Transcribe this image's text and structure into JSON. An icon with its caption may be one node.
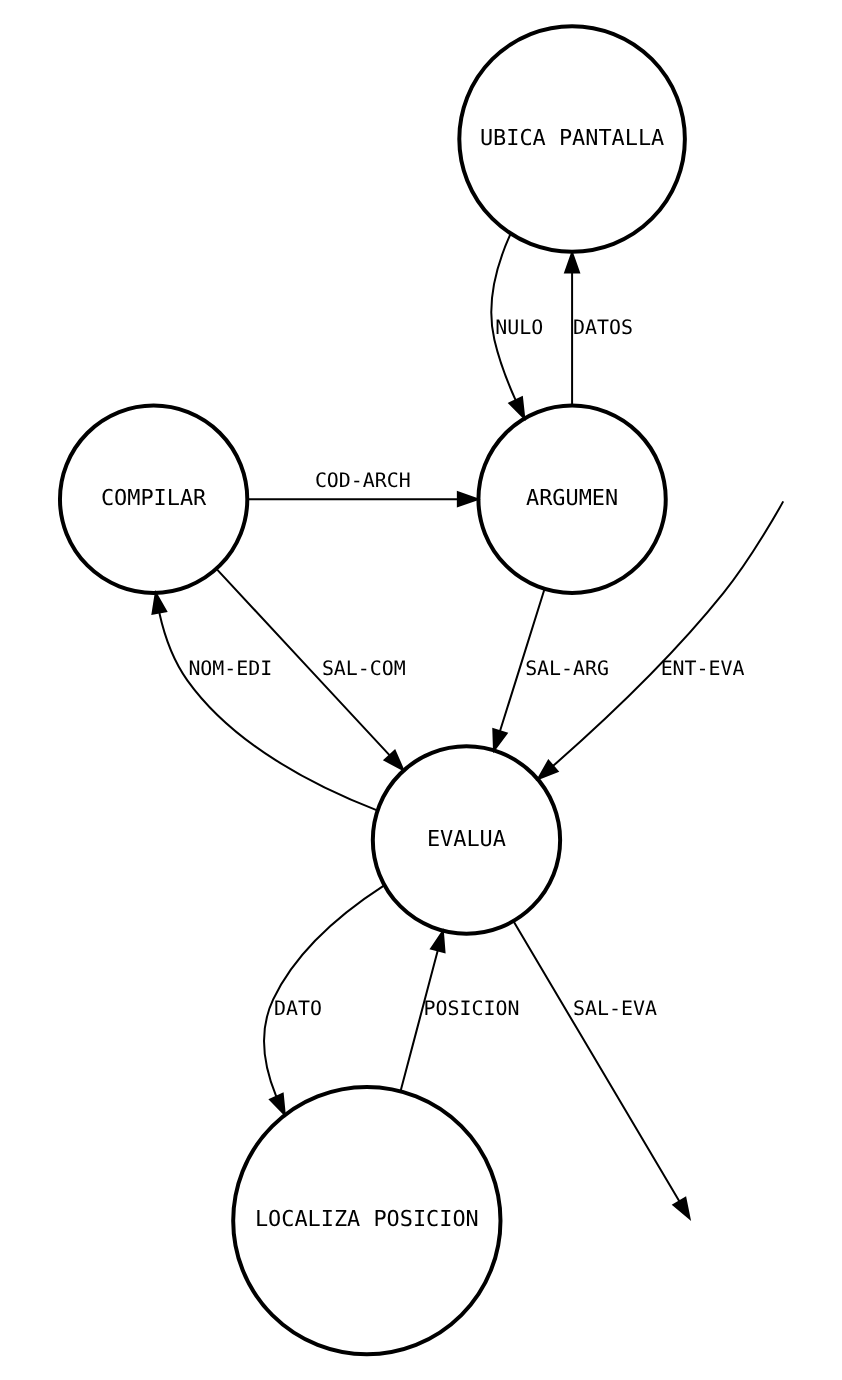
{
  "diagram": {
    "nodes": [
      {
        "text": [
          "UBICA PANTALLA"
        ]
      },
      {
        "text": [
          "COMPILAR"
        ]
      },
      {
        "text": [
          "ARGUMEN"
        ]
      },
      {
        "text": [
          "EVALUA"
        ]
      },
      {
        "text": [
          "LOCALIZA POSICION"
        ]
      }
    ],
    "edges": [
      {
        "from": 2,
        "to": 0,
        "arrow": "to",
        "label": "DATOS"
      },
      {
        "from": 0,
        "to": 2,
        "arrow": "to",
        "label": "NULO"
      },
      {
        "from": 1,
        "to": 2,
        "arrow": "to",
        "label": "COD-ARCH"
      },
      {
        "from": 1,
        "to": 3,
        "arrow": "to",
        "label": "SAL-COM"
      },
      {
        "from": 3,
        "to": 1,
        "arrow": "to",
        "label": "NOM-EDI"
      },
      {
        "from": 2,
        "to": 3,
        "arrow": "to",
        "label": "SAL-ARG"
      },
      {
        "from": null,
        "to": 3,
        "arrow": "to",
        "label": "ENT-EVA"
      },
      {
        "from": 3,
        "to": null,
        "arrow": "to",
        "label": "SAL-EVA"
      },
      {
        "from": 3,
        "to": 4,
        "arrow": "to",
        "label": "DATO"
      },
      {
        "from": 4,
        "to": 3,
        "arrow": "to",
        "label": "POSICION"
      }
    ]
  }
}
